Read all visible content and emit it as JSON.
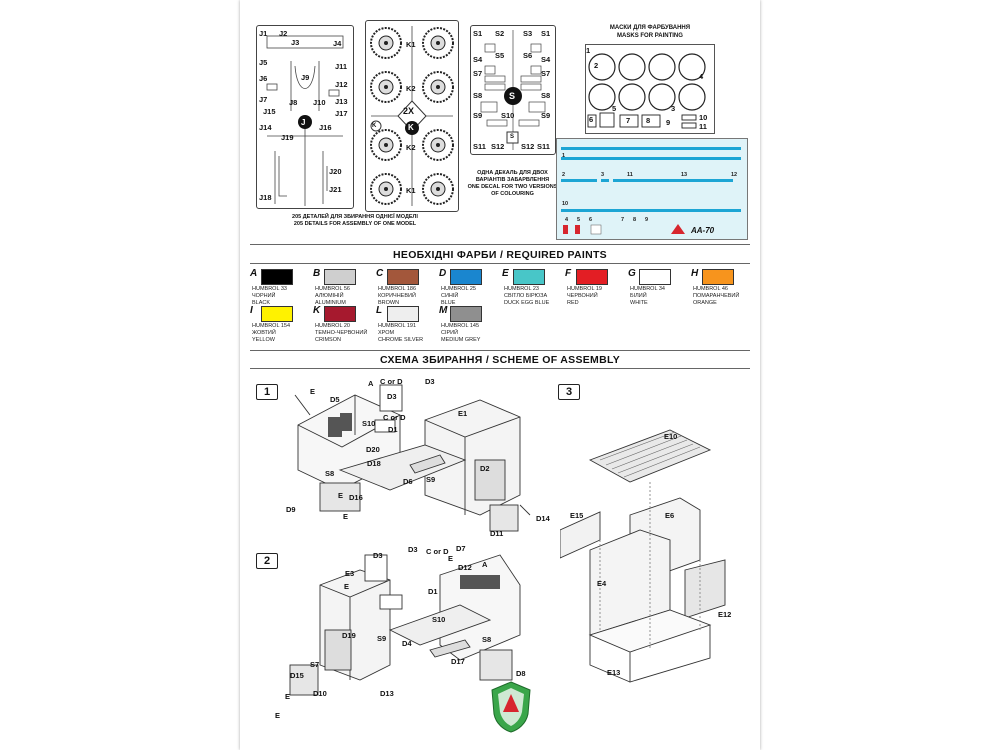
{
  "kit": {
    "label": "AA-70",
    "sprue_labels": {
      "J": [
        "J1",
        "J2",
        "J3",
        "J4",
        "J5",
        "J6",
        "J7",
        "J8",
        "J9",
        "J10",
        "J11",
        "J12",
        "J13",
        "J14",
        "J15",
        "J16",
        "J17",
        "J18",
        "J19",
        "J20",
        "J21"
      ],
      "J_letter": "J",
      "K": [
        "K1",
        "K2",
        "K2",
        "K1"
      ],
      "K_letter": "K",
      "K_mult": "2X",
      "S": [
        "S1",
        "S2",
        "S3",
        "S1",
        "S4",
        "S5",
        "S6",
        "S4",
        "S7",
        "S7",
        "S8",
        "S8",
        "S9",
        "S10",
        "S9",
        "S11",
        "S12",
        "S12",
        "S11"
      ],
      "S_letter": "S"
    },
    "details_ua": "205 ДЕТАЛЕЙ ДЛЯ ЗБИРАННЯ ОДНІЄЇ МОДЕЛІ",
    "details_en": "205 DETAILS FOR ASSEMBLY OF ONE MODEL"
  },
  "masks": {
    "title_ua": "МАСКИ ДЛЯ ФАРБУВАННЯ",
    "title_en": "MASKS FOR PAINTING",
    "numbers": [
      "1",
      "2",
      "3",
      "4",
      "5",
      "6",
      "7",
      "8",
      "9",
      "10",
      "11"
    ]
  },
  "decal": {
    "note_ua": "ОДНА ДЕКАЛЬ ДЛЯ ДВОХ ВАРІАНТІВ ЗАБАРВЛЕННЯ",
    "note_en": "ONE DECAL FOR TWO VERSIONS OF COLOURING",
    "numbers": [
      "1",
      "2",
      "3",
      "11",
      "13",
      "12",
      "10",
      "4",
      "5",
      "6",
      "7",
      "8",
      "9"
    ],
    "code": "AA-70"
  },
  "paints": {
    "title": "НЕОБХІДНІ ФАРБИ / REQUIRED PAINTS",
    "items": [
      {
        "letter": "A",
        "code": "HUMBROL 33",
        "ua": "ЧОРНИЙ",
        "en": "BLACK",
        "color": "#000000"
      },
      {
        "letter": "B",
        "code": "HUMBROL 56",
        "ua": "АЛЮМІНІЙ",
        "en": "ALUMINIUM",
        "color": "#cfcfcf"
      },
      {
        "letter": "C",
        "code": "HUMBROL 186",
        "ua": "КОРИЧНЕВИЙ",
        "en": "BROWN",
        "color": "#a3573b"
      },
      {
        "letter": "D",
        "code": "HUMBROL 25",
        "ua": "СИНІЙ",
        "en": "BLUE",
        "color": "#1a86cf"
      },
      {
        "letter": "E",
        "code": "HUMBROL 23",
        "ua": "СВІТЛО БІРЮЗА",
        "en": "DUCK EGG BLUE",
        "color": "#48c6c8"
      },
      {
        "letter": "F",
        "code": "HUMBROL 19",
        "ua": "ЧЕРВОНИЙ",
        "en": "RED",
        "color": "#e31e24"
      },
      {
        "letter": "G",
        "code": "HUMBROL 34",
        "ua": "БІЛИЙ",
        "en": "WHITE",
        "color": "#ffffff"
      },
      {
        "letter": "H",
        "code": "HUMBROL 46",
        "ua": "ПОМАРАНЧЕВИЙ",
        "en": "ORANGE",
        "color": "#f7941d"
      },
      {
        "letter": "I",
        "code": "HUMBROL 154",
        "ua": "ЖОВТИЙ",
        "en": "YELLOW",
        "color": "#fff200"
      },
      {
        "letter": "K",
        "code": "HUMBROL 20",
        "ua": "ТЕМНО-ЧЕРВОНИЙ",
        "en": "CRIMSON",
        "color": "#a6192e"
      },
      {
        "letter": "L",
        "code": "HUMBROL 191",
        "ua": "ХРОМ",
        "en": "CHROME SILVER",
        "color": "#eeeeee"
      },
      {
        "letter": "M",
        "code": "HUMBROL 145",
        "ua": "СІРИЙ",
        "en": "MEDIUM GREY",
        "color": "#8f8f8f"
      }
    ]
  },
  "assembly": {
    "title": "СХЕМА ЗБИРАННЯ / SCHEME OF ASSEMBLY",
    "steps": [
      "1",
      "2",
      "3"
    ],
    "step1_labels": [
      "E",
      "D5",
      "A",
      "C or D",
      "D3",
      "D3",
      "S10",
      "C or D",
      "E1",
      "D1",
      "D20",
      "D18",
      "D2",
      "S8",
      "D6",
      "S9",
      "D16",
      "D9",
      "E",
      "E",
      "D14",
      "D11",
      "E",
      "D7"
    ],
    "step2_labels": [
      "D3",
      "D3",
      "C or D",
      "D12",
      "A",
      "E3",
      "D1",
      "S10",
      "E",
      "D19",
      "D4",
      "S8",
      "S9",
      "D15",
      "S7",
      "D17",
      "D8",
      "E",
      "E",
      "D10",
      "D13"
    ],
    "step3_labels": [
      "E10",
      "E15",
      "E6",
      "E4",
      "E12",
      "E13"
    ]
  }
}
